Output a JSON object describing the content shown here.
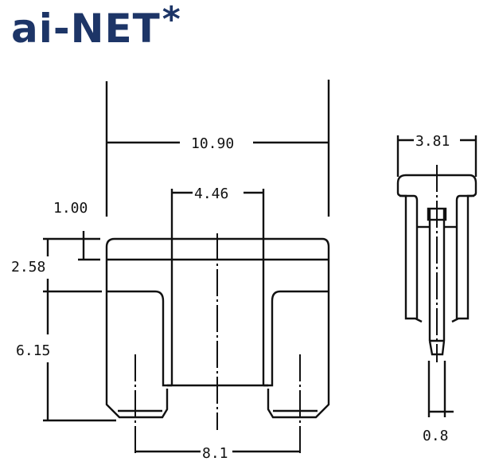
{
  "logo": {
    "text": "ai-NET",
    "mark": "*",
    "color": "#1d3567"
  },
  "drawing": {
    "subject": "mini blade fuse dimensional drawing",
    "front_view": {
      "overall_width": "10.90",
      "center_width": "4.46",
      "top_thickness": "1.00",
      "head_height": "2.58",
      "leg_height": "6.15",
      "terminal_pitch": "8.1"
    },
    "side_view": {
      "width": "3.81",
      "terminal_thickness": "0.8"
    },
    "line_color": "#111111"
  }
}
